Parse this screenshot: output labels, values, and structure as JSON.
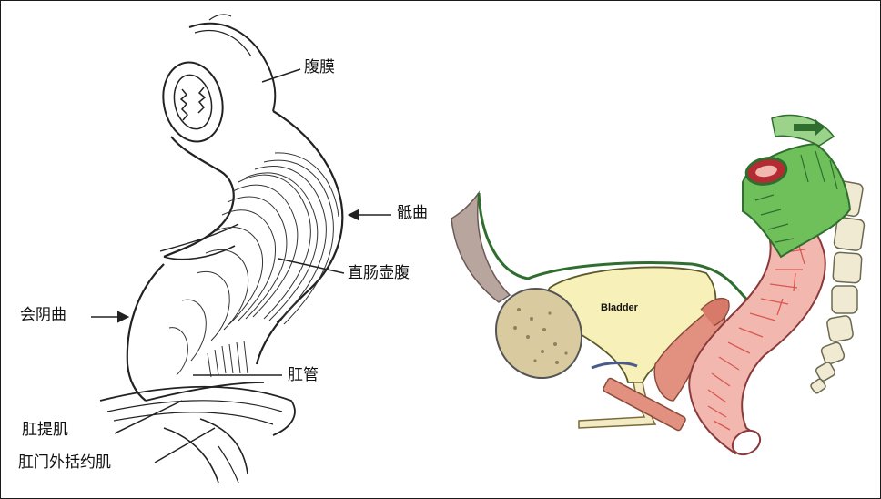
{
  "labels": {
    "peritoneum": "腹膜",
    "sacral_flexure": "骶曲",
    "rectal_ampulla": "直肠壶腹",
    "perineal_flexure": "会阴曲",
    "anal_canal": "肛管",
    "levator_ani": "肛提肌",
    "external_sphincter": "肛门外括约肌",
    "bladder": "Bladder"
  },
  "colors": {
    "bladder_fill": "#f7f0b8",
    "peritoneum_line": "#2f6e2f",
    "rectum_fill": "#f2b8b0",
    "rectum_stripes": "#d9574f",
    "sheath_green": "#6fbf5a",
    "sacrum_fill": "#f0ead2",
    "pubis_fill": "#d9caa0",
    "prostate_fill": "#e29080",
    "urethra": "#f3ebc3"
  }
}
